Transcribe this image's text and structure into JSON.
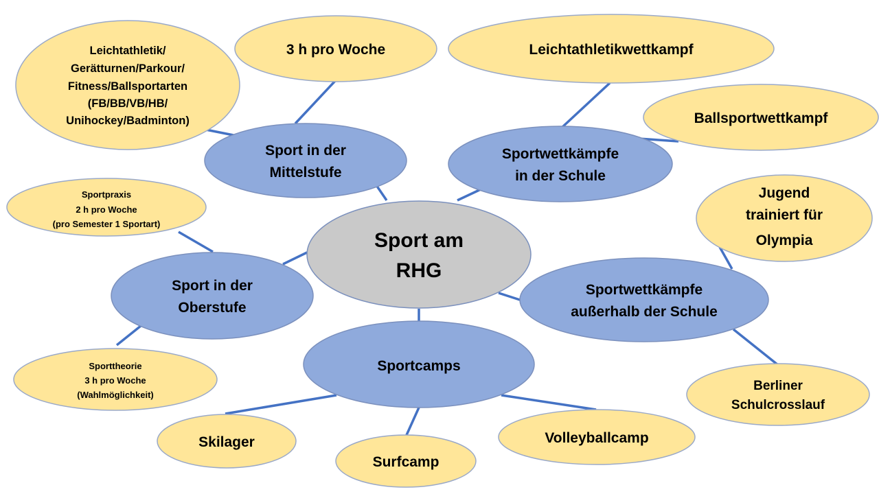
{
  "center": {
    "lines": [
      "Sport am",
      "RHG"
    ]
  },
  "mittelstufe": {
    "lines": [
      "Sport in der",
      "Mittelstufe"
    ]
  },
  "oberstufe": {
    "lines": [
      "Sport in der",
      "Oberstufe"
    ]
  },
  "wettkaempfe_schule": {
    "lines": [
      "Sportwettkämpfe",
      "in der Schule"
    ]
  },
  "wettkaempfe_extern": {
    "lines": [
      "Sportwettkämpfe",
      "außerhalb der Schule"
    ]
  },
  "sportcamps": {
    "lines": [
      "Sportcamps"
    ]
  },
  "mittelstufe_sportarten": {
    "lines": [
      "Leichtathletik/",
      "Gerätturnen/Parkour/",
      "Fitness/Ballsportarten",
      "(FB/BB/VB/HB/",
      "Unihockey/Badminton)"
    ]
  },
  "mittelstufe_stunden": {
    "lines": [
      "3 h pro Woche"
    ]
  },
  "leichtathletikwettkampf": {
    "lines": [
      "Leichtathletikwettkampf"
    ]
  },
  "ballsportwettkampf": {
    "lines": [
      "Ballsportwettkampf"
    ]
  },
  "jugend_trainiert": {
    "lines": [
      "Jugend",
      "trainiert für",
      "Olympia"
    ]
  },
  "schulcrosslauf": {
    "lines": [
      "Berliner",
      "Schulcrosslauf"
    ]
  },
  "sportpraxis": {
    "lines": [
      "Sportpraxis",
      "2 h pro Woche",
      "(pro Semester 1 Sportart)"
    ]
  },
  "sporttheorie": {
    "lines": [
      "Sporttheorie",
      "3 h pro Woche",
      "(Wahlmöglichkeit)"
    ]
  },
  "skilager": {
    "lines": [
      "Skilager"
    ]
  },
  "surfcamp": {
    "lines": [
      "Surfcamp"
    ]
  },
  "volleyballcamp": {
    "lines": [
      "Volleyballcamp"
    ]
  }
}
